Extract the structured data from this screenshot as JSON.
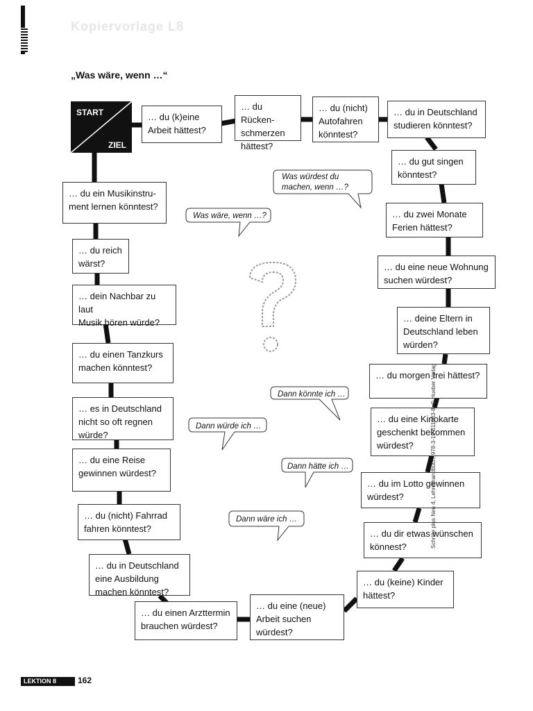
{
  "header": {
    "ghost_title": "Kopiervorlage L8",
    "title": "„Was wäre, wenn …“"
  },
  "start": {
    "start_label": "START",
    "ziel_label": "ZIEL"
  },
  "boxes": [
    {
      "id": "b1",
      "text": "… du (k)eine\nArbeit hättest?"
    },
    {
      "id": "b2",
      "text": "… du Rücken-\nschmerzen\nhättest?"
    },
    {
      "id": "b3",
      "text": "… du (nicht)\nAutofahren\nkönntest?"
    },
    {
      "id": "b4",
      "text": "… du in Deutschland\nstudieren könntest?"
    },
    {
      "id": "b5",
      "text": "… du gut singen\nkönntest?"
    },
    {
      "id": "b6",
      "text": "… du zwei Monate\nFerien hättest?"
    },
    {
      "id": "b7",
      "text": "… du eine neue Wohnung\nsuchen würdest?"
    },
    {
      "id": "b8",
      "text": "… deine Eltern in\nDeutschland leben\nwürden?"
    },
    {
      "id": "b9",
      "text": "… du morgen frei hättest?"
    },
    {
      "id": "b10",
      "text": "… du eine Kinokarte\ngeschenkt bekommen\nwürdest?"
    },
    {
      "id": "b11",
      "text": "… du im Lotto gewinnen\nwürdest?"
    },
    {
      "id": "b12",
      "text": "… du dir etwas wünschen\nkönnest?"
    },
    {
      "id": "b13",
      "text": "… du (keine) Kinder\nhättest?"
    },
    {
      "id": "b14",
      "text": "… du eine (neue)\nArbeit suchen\nwürdest?"
    },
    {
      "id": "b15",
      "text": "… du einen Arzttermin\nbrauchen würdest?"
    },
    {
      "id": "b16",
      "text": "… du in Deutschland\neine Ausbildung\nmachen könntest?"
    },
    {
      "id": "b17",
      "text": "… du (nicht) Fahrrad\nfahren könntest?"
    },
    {
      "id": "b18",
      "text": "… du eine Reise\ngewinnen würdest?"
    },
    {
      "id": "b19",
      "text": "… es in Deutschland\nnicht so oft regnen\nwürde?"
    },
    {
      "id": "b20",
      "text": "… du einen Tanzkurs\nmachen könntest?"
    },
    {
      "id": "b21",
      "text": "… dein Nachbar zu laut\nMusik hören würde?"
    },
    {
      "id": "b22",
      "text": "… du reich\nwärst?"
    },
    {
      "id": "b23",
      "text": "… du ein Musikinstru-\nment lernen könntest?"
    }
  ],
  "bubbles": [
    {
      "id": "q1",
      "text": "Was würdest du\nmachen, wenn …?"
    },
    {
      "id": "q2",
      "text": "Was wäre, wenn …?"
    },
    {
      "id": "q3",
      "text": "Dann könnte ich …"
    },
    {
      "id": "q4",
      "text": "Dann würde ich …"
    },
    {
      "id": "q5",
      "text": "Dann hätte ich …"
    },
    {
      "id": "q6",
      "text": "Dann wäre ich …"
    }
  ],
  "footer": {
    "lesson_tag": "LEKTION 8",
    "page_number": "162",
    "credit": "Schritte plus Neu 4, Lehrerhandbuch, 978-3-19-611083-8, © Hueber Verlag"
  },
  "colors": {
    "line": "#111111",
    "start_box": "#111111"
  },
  "icons": {
    "question": "question-mark-icon"
  }
}
